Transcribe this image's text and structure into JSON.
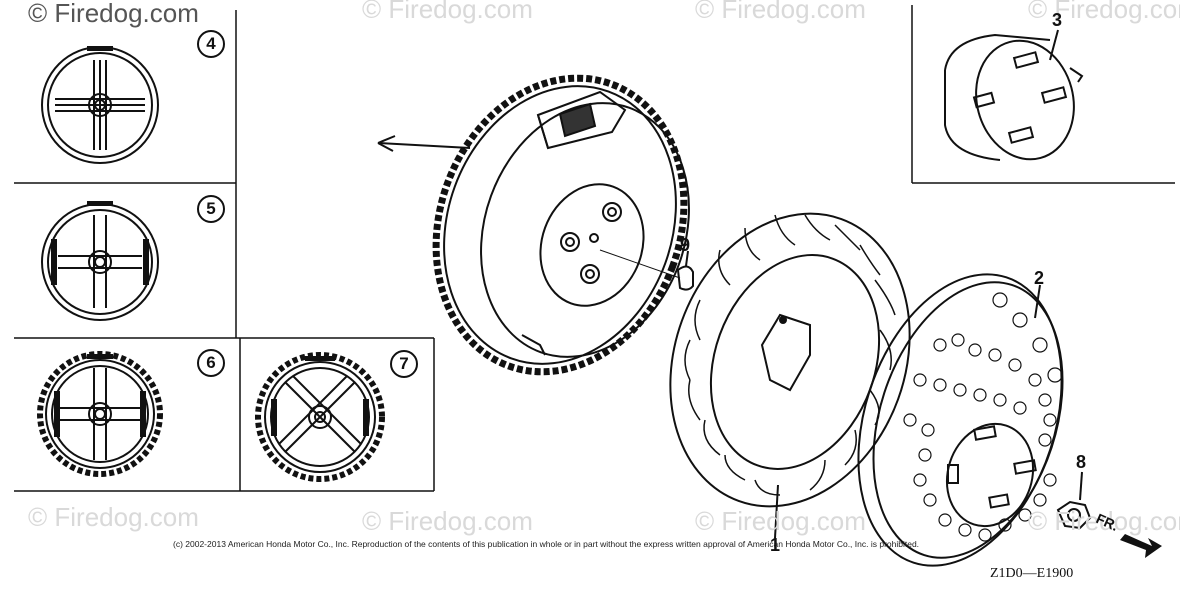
{
  "watermarks": [
    "© Firedog.com",
    "© Firedog.com",
    "© Firedog.com",
    "© Firedog.com",
    "© Firedog.com",
    "© Firedog.com",
    "© Firedog.com",
    "© Firedog.com"
  ],
  "callouts": {
    "c1": "1",
    "c2": "2",
    "c3": "3",
    "c8": "8",
    "c9": "9"
  },
  "variants": {
    "v4": "4",
    "v5": "5",
    "v6": "6",
    "v7": "7"
  },
  "copyright": "(c) 2002-2013 American Honda Motor Co., Inc. Reproduction of the contents of this publication in whole or in part without the express written approval of American Honda Motor Co., Inc. is prohibited.",
  "front_label": "FR.",
  "diagram_code": "Z1D0—E1900"
}
